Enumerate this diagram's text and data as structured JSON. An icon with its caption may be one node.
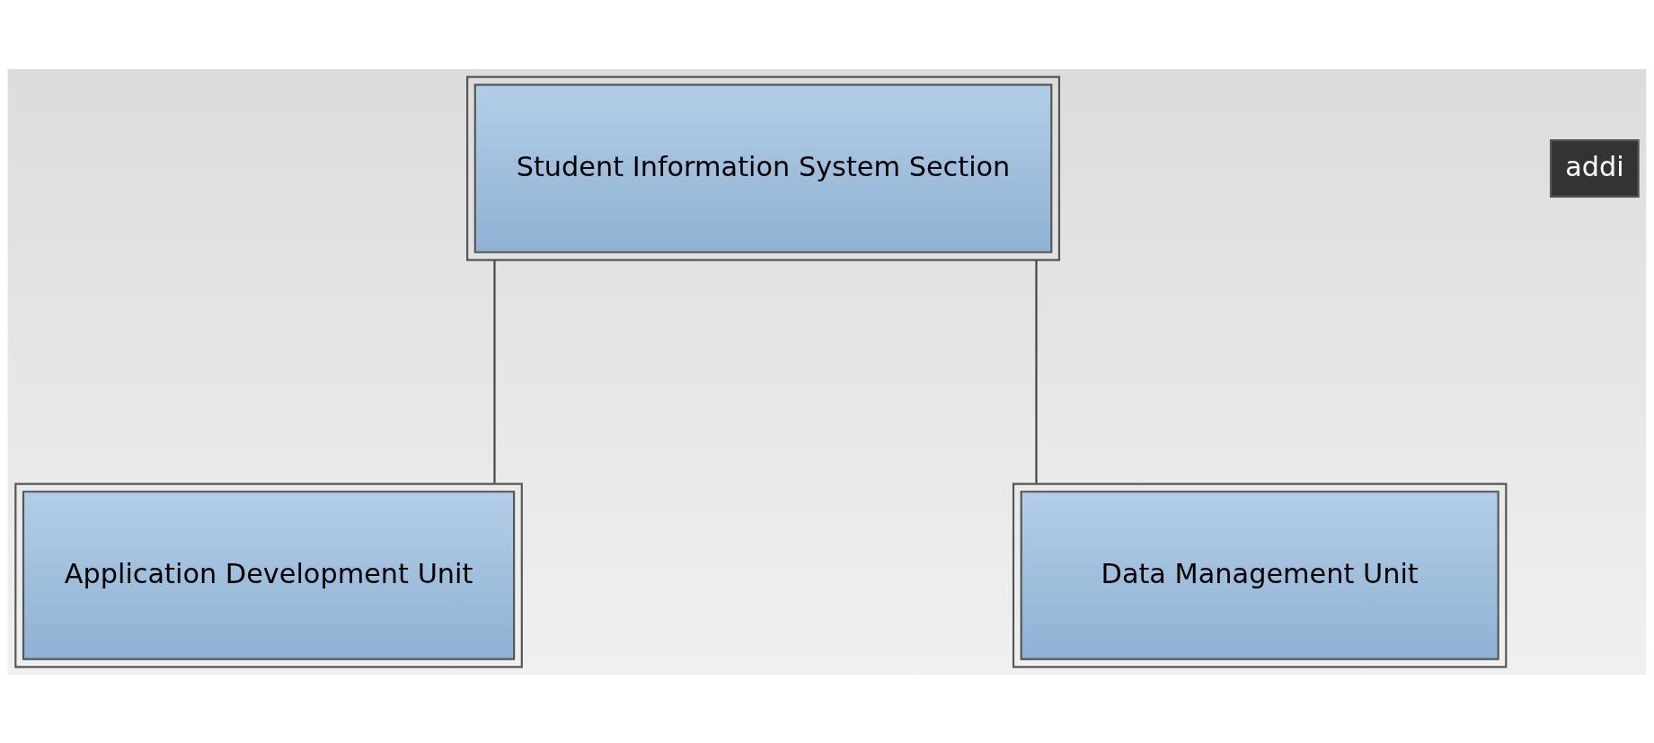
{
  "diagram": {
    "nodes": [
      {
        "text": [
          "Student Information System Section"
        ]
      },
      {
        "text": [
          "Application Development Unit"
        ]
      },
      {
        "text": [
          "Data Management Unit"
        ]
      }
    ],
    "edges": [
      {
        "from": 0,
        "to": 1,
        "arrow": "none"
      },
      {
        "from": 0,
        "to": 2,
        "arrow": "none"
      }
    ],
    "labels": [
      "addi"
    ]
  }
}
